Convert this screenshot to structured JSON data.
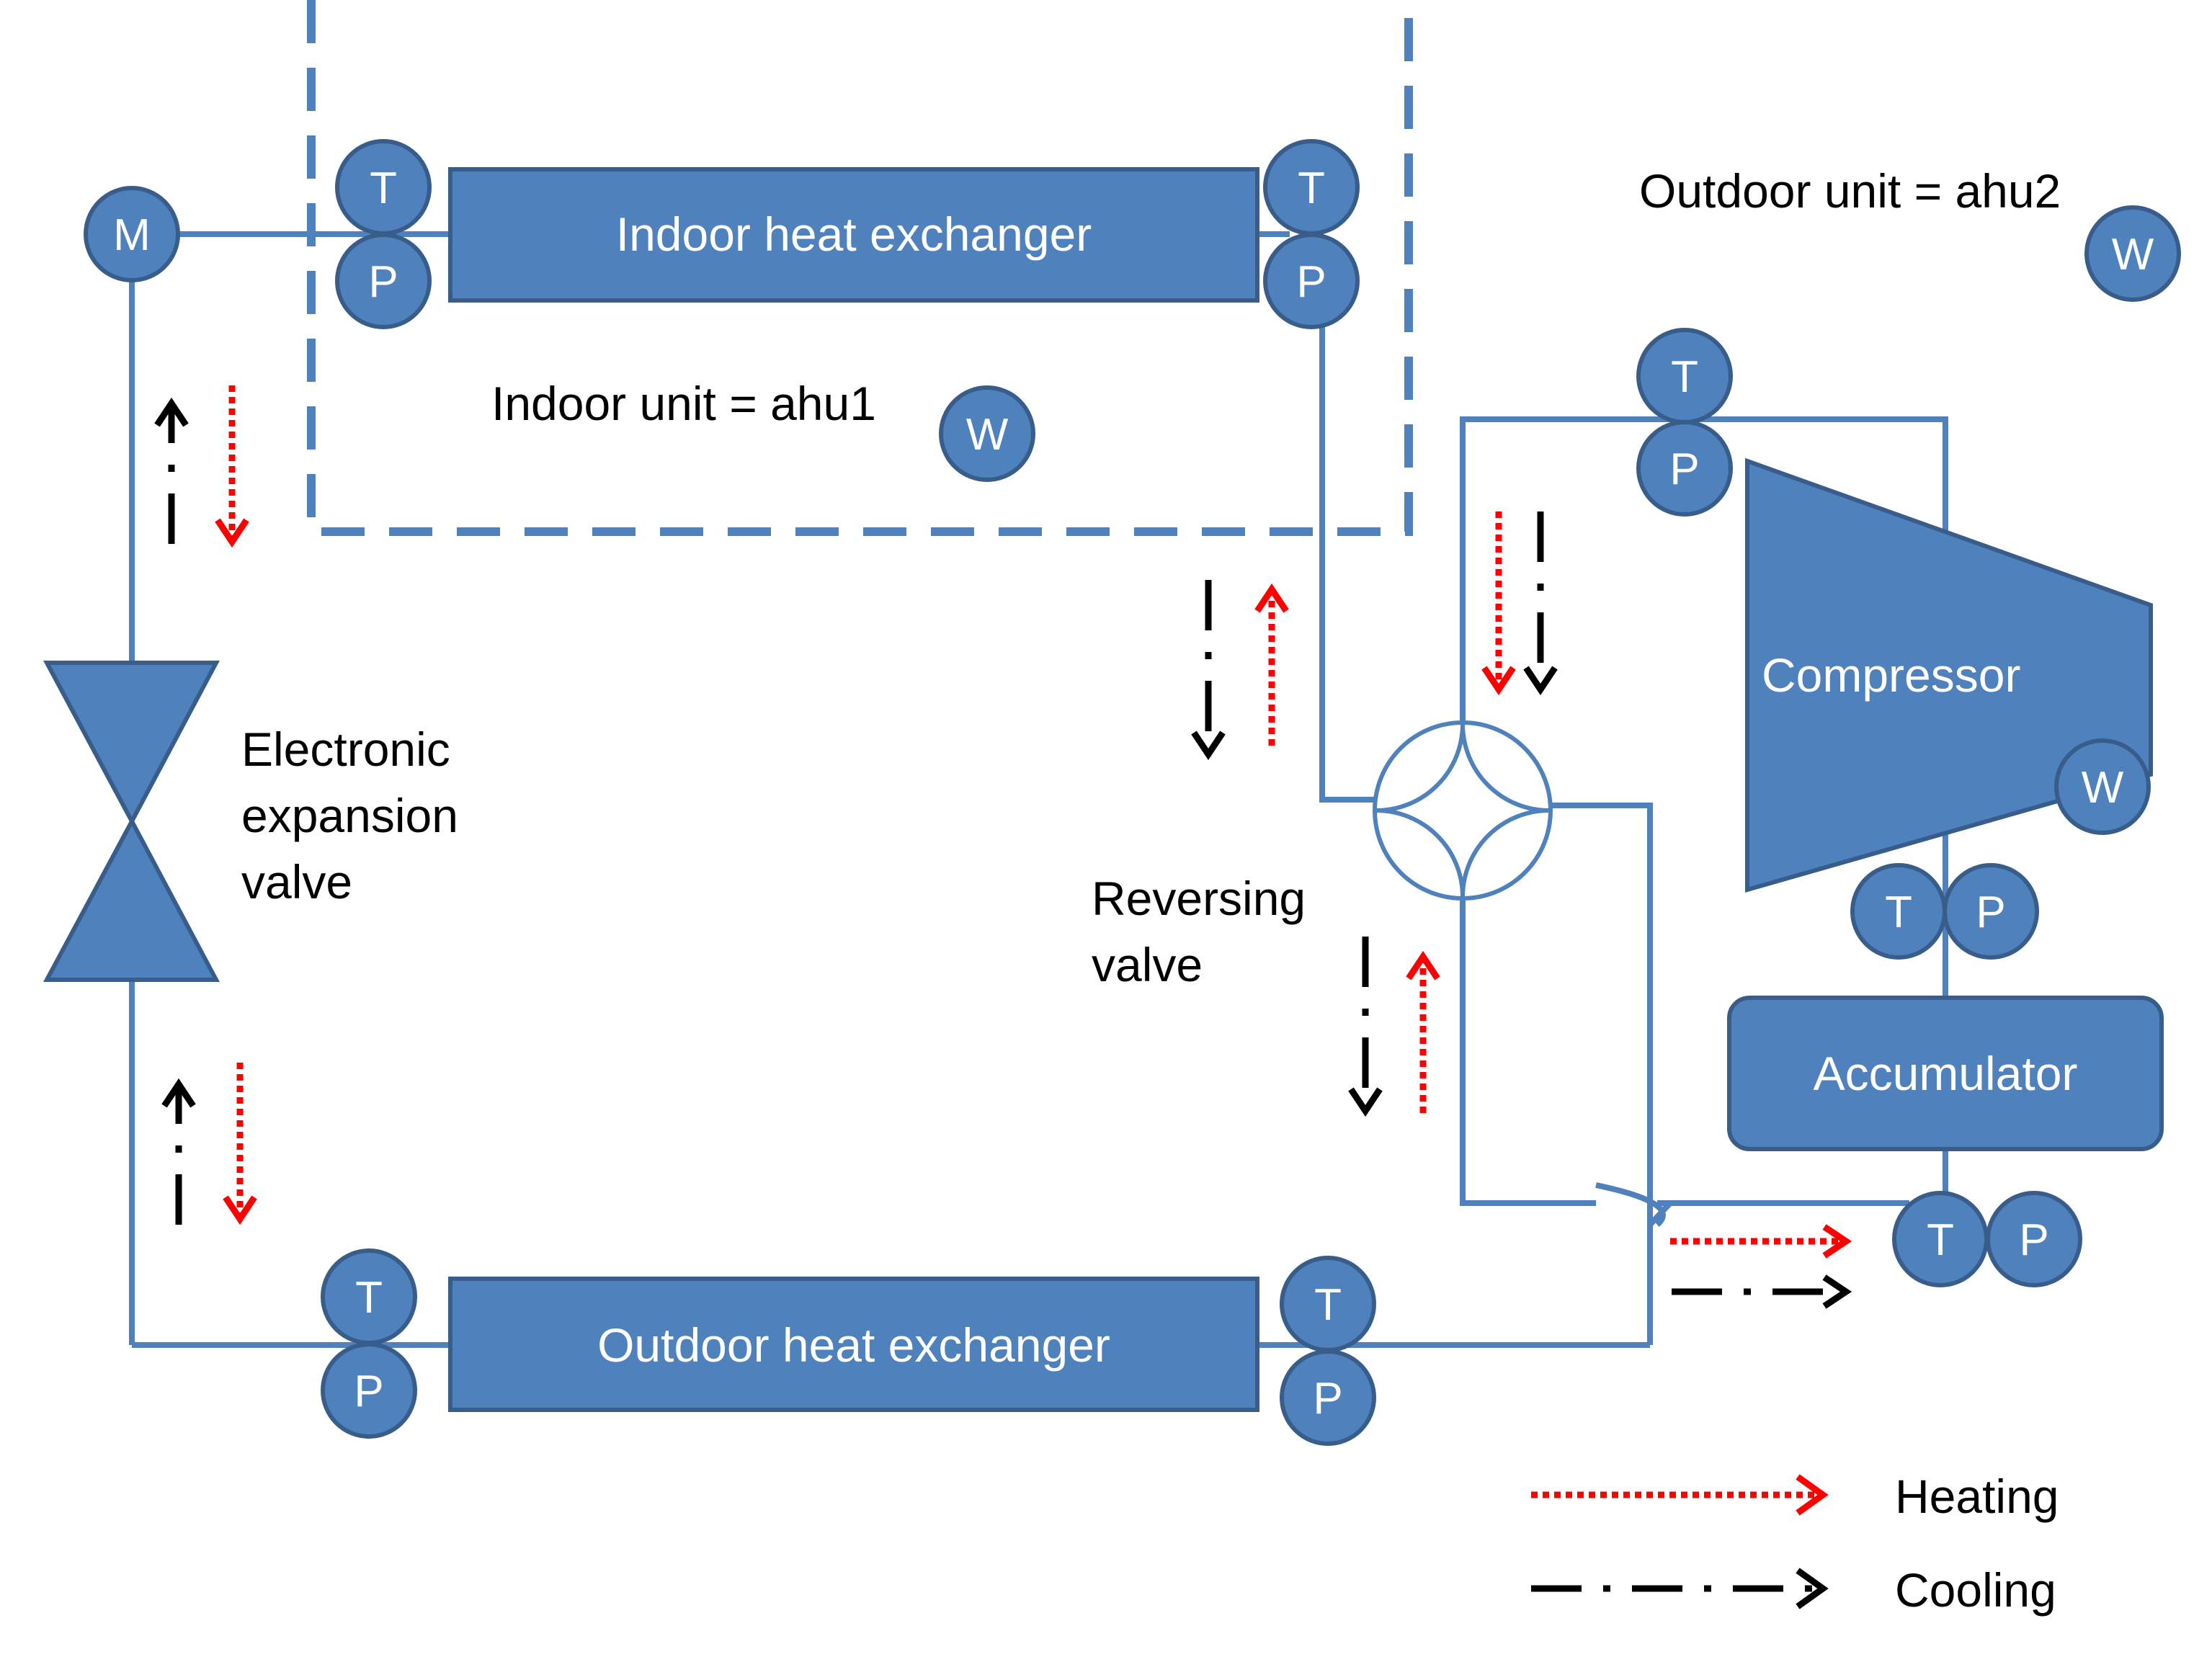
{
  "labels": {
    "indoor_hx": "Indoor heat exchanger",
    "outdoor_hx": "Outdoor heat exchanger",
    "compressor": "Compressor",
    "accumulator": "Accumulator",
    "indoor_unit": "Indoor unit = ahu1",
    "outdoor_unit": "Outdoor unit = ahu2",
    "expansion_valve": [
      "Electronic",
      "expansion",
      "valve"
    ],
    "reversing_valve": [
      "Reversing",
      "valve"
    ]
  },
  "sensors": {
    "temperature": "T",
    "pressure": "P",
    "power": "W",
    "mass_flow": "M"
  },
  "legend": {
    "heating": "Heating",
    "cooling": "Cooling"
  },
  "colors": {
    "component_fill": "#4f81bd",
    "component_border": "#385d8a",
    "heating": "#ff0000",
    "cooling": "#000000"
  }
}
